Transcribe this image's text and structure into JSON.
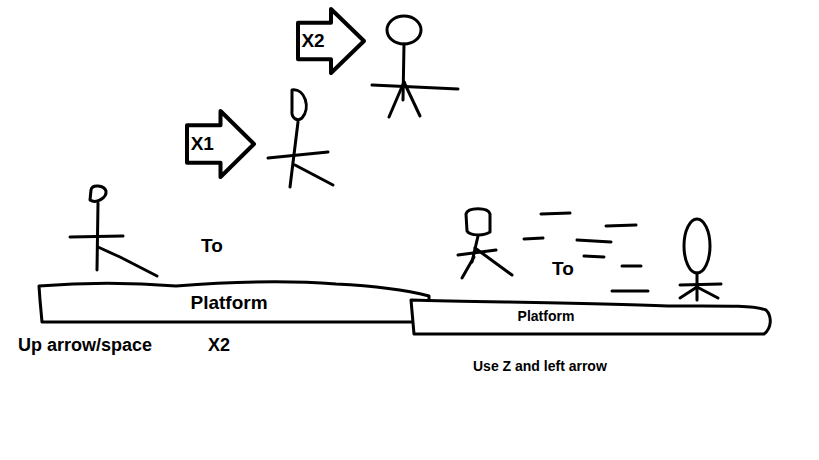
{
  "diagram": {
    "nodes": [
      {
        "text": [
          "X2"
        ]
      },
      {
        "text": [
          "X1"
        ]
      },
      {
        "text": [
          "Platform"
        ]
      },
      {
        "text": [
          "Platform"
        ]
      }
    ],
    "labels": [
      "To",
      "To",
      "Up arrow/space",
      "X2",
      "Use Z and left arrow"
    ]
  }
}
